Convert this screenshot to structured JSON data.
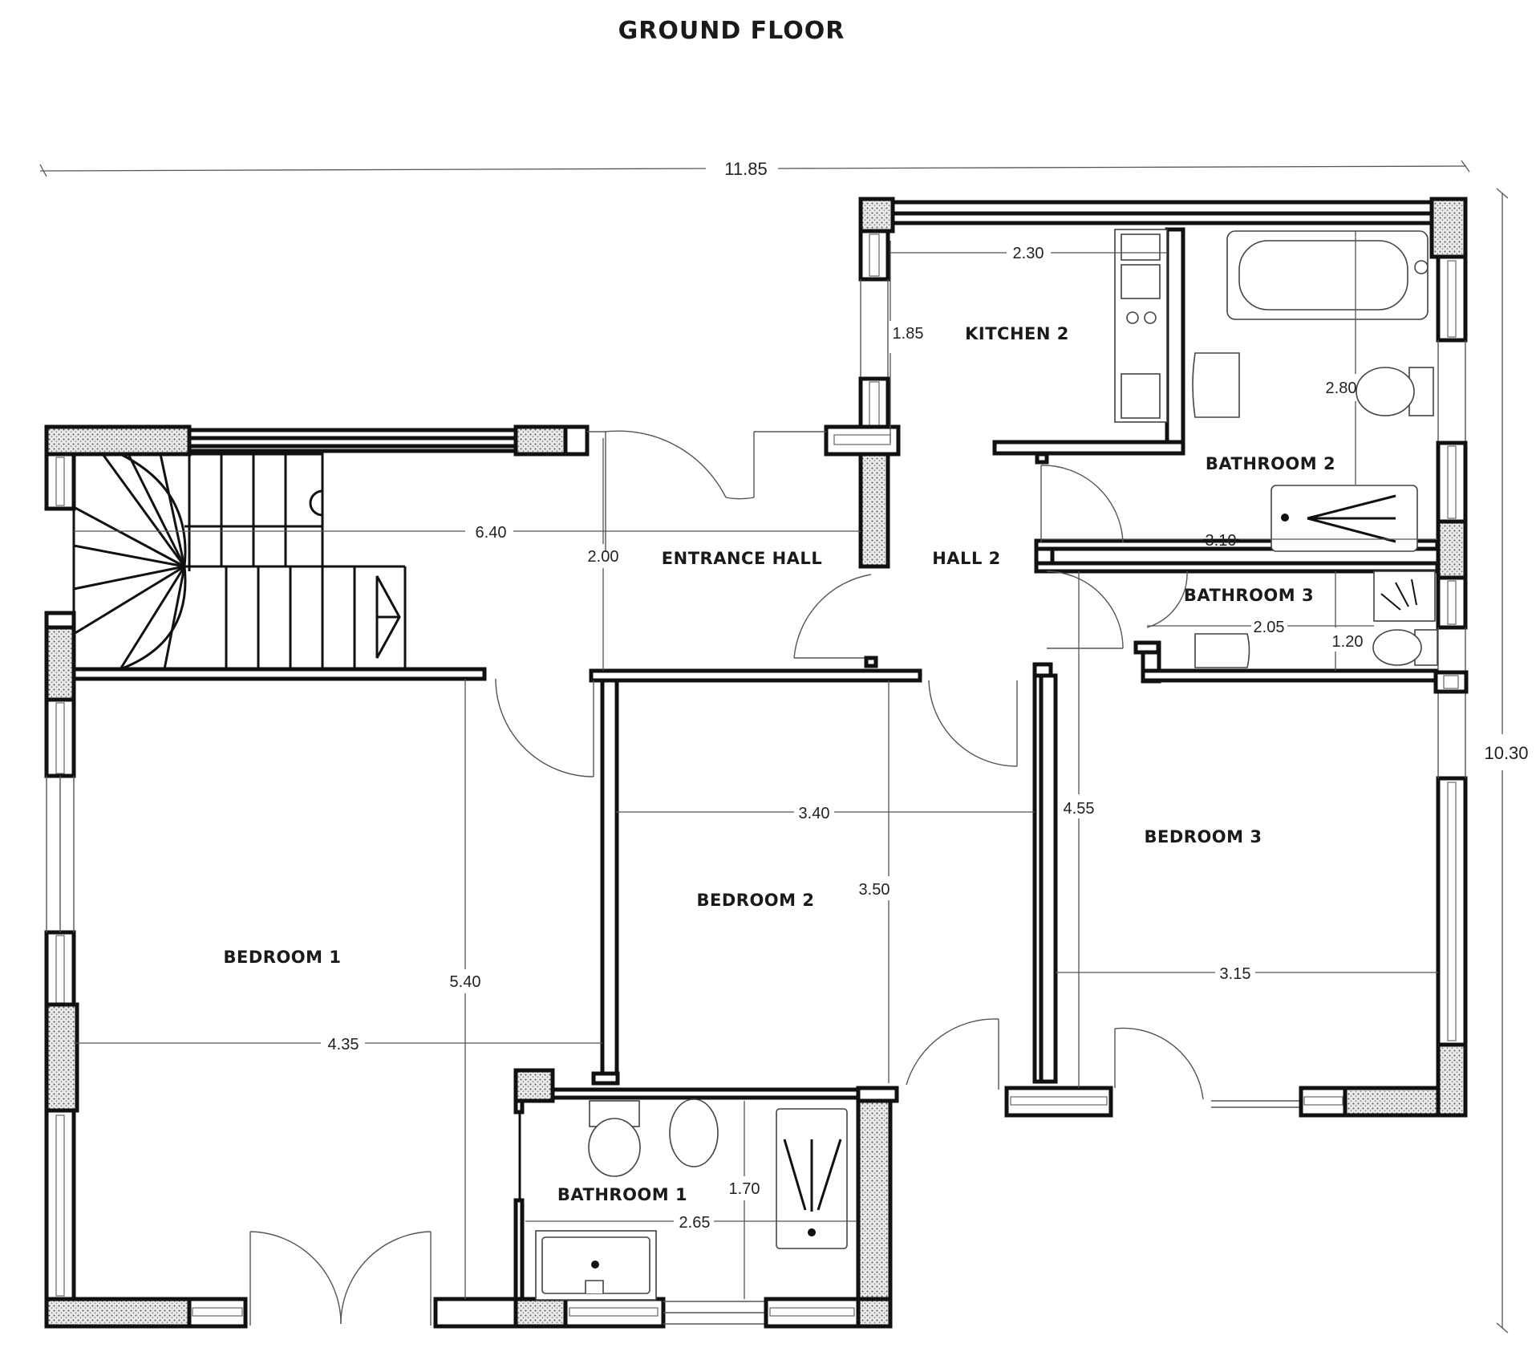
{
  "title": "GROUND FLOOR",
  "rooms": {
    "kitchen2": "KITCHEN 2",
    "bathroom2": "BATHROOM 2",
    "bathroom3": "BATHROOM 3",
    "entrance_hall": "ENTRANCE HALL",
    "hall2": "HALL 2",
    "bedroom1": "BEDROOM 1",
    "bedroom2": "BEDROOM 2",
    "bedroom3": "BEDROOM 3",
    "bathroom1": "BATHROOM 1"
  },
  "dimensions": {
    "overall_width": "11.85",
    "overall_depth": "10.30",
    "kitchen_width": "2.30",
    "kitchen_depth": "1.85",
    "bath2_depth": "2.80",
    "bath2_width": "3.10",
    "bath3_width": "2.05",
    "bath3_depth": "1.20",
    "hall_width": "6.40",
    "hall_depth": "2.00",
    "bed2_width": "3.40",
    "bed2_depth": "3.50",
    "bed3_depth": "4.55",
    "bed3_width": "3.15",
    "bed1_depth": "5.40",
    "bed1_width": "4.35",
    "bath1_depth": "1.70",
    "bath1_width": "2.65"
  }
}
